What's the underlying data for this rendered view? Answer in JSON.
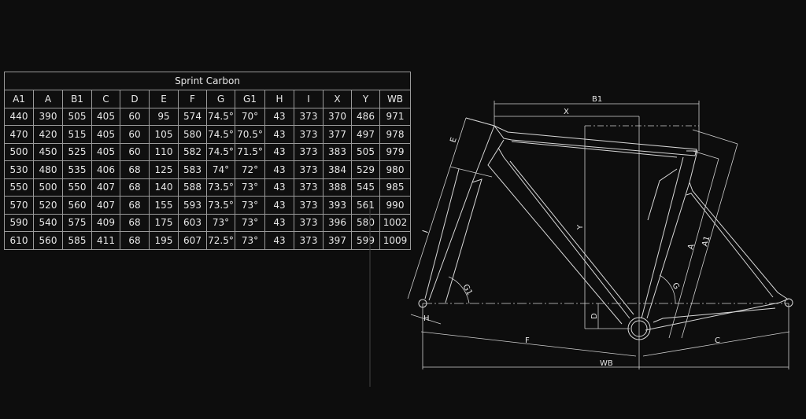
{
  "table": {
    "title": "Sprint Carbon",
    "headers": [
      "A1",
      "A",
      "B1",
      "C",
      "D",
      "E",
      "F",
      "G",
      "G1",
      "H",
      "I",
      "X",
      "Y",
      "WB"
    ],
    "rows": [
      [
        "440",
        "390",
        "505",
        "405",
        "60",
        "95",
        "574",
        "74.5°",
        "70°",
        "43",
        "373",
        "370",
        "486",
        "971"
      ],
      [
        "470",
        "420",
        "515",
        "405",
        "60",
        "105",
        "580",
        "74.5°",
        "70.5°",
        "43",
        "373",
        "377",
        "497",
        "978"
      ],
      [
        "500",
        "450",
        "525",
        "405",
        "60",
        "110",
        "582",
        "74.5°",
        "71.5°",
        "43",
        "373",
        "383",
        "505",
        "979"
      ],
      [
        "530",
        "480",
        "535",
        "406",
        "68",
        "125",
        "583",
        "74°",
        "72°",
        "43",
        "373",
        "384",
        "529",
        "980"
      ],
      [
        "550",
        "500",
        "550",
        "407",
        "68",
        "140",
        "588",
        "73.5°",
        "73°",
        "43",
        "373",
        "388",
        "545",
        "985"
      ],
      [
        "570",
        "520",
        "560",
        "407",
        "68",
        "155",
        "593",
        "73.5°",
        "73°",
        "43",
        "373",
        "393",
        "561",
        "990"
      ],
      [
        "590",
        "540",
        "575",
        "409",
        "68",
        "175",
        "603",
        "73°",
        "73°",
        "43",
        "373",
        "396",
        "580",
        "1002"
      ],
      [
        "610",
        "560",
        "585",
        "411",
        "68",
        "195",
        "607",
        "72.5°",
        "73°",
        "43",
        "373",
        "397",
        "599",
        "1009"
      ]
    ]
  },
  "diagram": {
    "labels": {
      "B1": "B1",
      "X": "X",
      "Y": "Y",
      "E": "E",
      "I": "I",
      "G1": "G1",
      "G": "G",
      "A": "A",
      "A1": "A1",
      "D": "D",
      "H": "H",
      "F": "F",
      "C": "C",
      "WB": "WB"
    }
  }
}
